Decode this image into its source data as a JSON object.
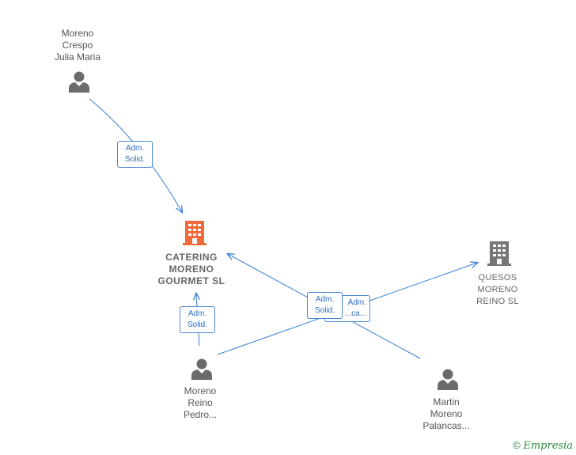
{
  "nodes": {
    "person_julia": {
      "lines": [
        "Moreno",
        "Crespo",
        "Julia Maria"
      ]
    },
    "company_catering": {
      "lines": [
        "CATERING",
        "MORENO",
        "GOURMET  SL"
      ]
    },
    "company_quesos": {
      "lines": [
        "QUESOS",
        "MORENO",
        "REINO SL"
      ]
    },
    "person_pedro": {
      "lines": [
        "Moreno",
        "Reino",
        "Pedro..."
      ]
    },
    "person_martin": {
      "lines": [
        "Martin",
        "Moreno",
        "Palancas..."
      ]
    }
  },
  "edges": [
    {
      "from": "person_julia",
      "to": "company_catering",
      "label": [
        "Adm.",
        "Solid."
      ]
    },
    {
      "from": "person_pedro",
      "to": "company_catering",
      "label": [
        "Adm.",
        "Solid."
      ]
    },
    {
      "from": "person_pedro",
      "to": "company_quesos",
      "label": [
        "Adm.",
        "Solid."
      ]
    },
    {
      "from": "person_martin",
      "to": "company_catering",
      "label": [
        "Adm.",
        "Solid. Manca..."
      ]
    }
  ],
  "edge_badges_visible": {
    "badge_back": [
      "Adm.",
      "...ca..."
    ],
    "badge_front": [
      "Adm.",
      "Solid."
    ]
  },
  "colors": {
    "edge": "#3a7fd5",
    "person_icon": "#6b6b6b",
    "company_main": "#f06a3a",
    "company_secondary": "#777777"
  },
  "footer": {
    "copyright": "©",
    "brand": "Empresia"
  }
}
